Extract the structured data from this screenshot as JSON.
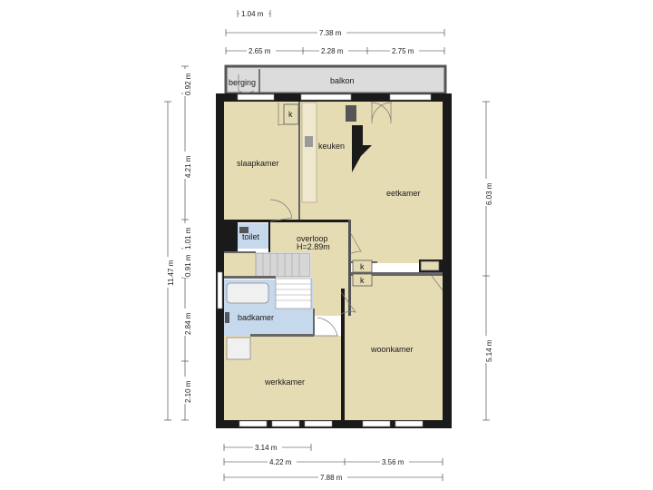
{
  "rooms": {
    "berging": "berging",
    "balkon": "balkon",
    "slaapkamer": "slaapkamer",
    "keuken": "keuken",
    "eetkamer": "eetkamer",
    "toilet": "toilet",
    "overloop": "overloop",
    "overloop_height": "H=2.89m",
    "badkamer": "badkamer",
    "woonkamer": "woonkamer",
    "werkkamer": "werkkamer",
    "kast": "k"
  },
  "dimensions": {
    "top_1": "1.04 m",
    "top_2": "7.38 m",
    "top_3a": "2.65 m",
    "top_3b": "2.28 m",
    "top_3c": "2.75 m",
    "left_total": "11.47 m",
    "left_1": "0.92 m",
    "left_2": "4.21 m",
    "left_3": "1.01 m",
    "left_4": "0.91 m",
    "left_5": "2.84 m",
    "left_6": "2.10 m",
    "right_1": "6.03 m",
    "right_2": "5.14 m",
    "bottom_1": "3.14 m",
    "bottom_2a": "4.22 m",
    "bottom_2b": "3.56 m",
    "bottom_3": "7.88 m"
  },
  "colors": {
    "floor": "#e6dcb4",
    "wet": "#c6d8ec",
    "wall": "#1a1a1a",
    "balcony": "#d9d9d9",
    "stairs": "#d6d6d6"
  }
}
